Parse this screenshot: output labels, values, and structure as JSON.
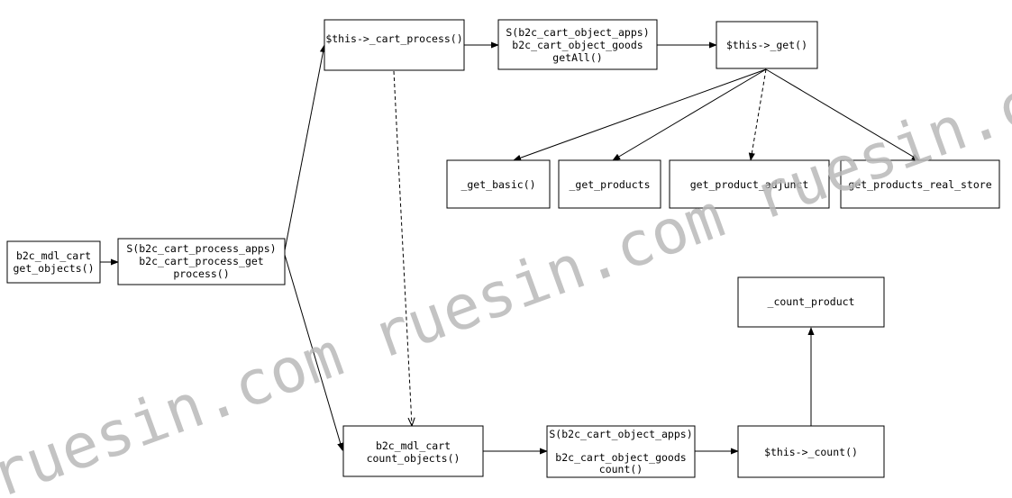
{
  "diagram": {
    "nodes": {
      "mdl_cart_get_objects": {
        "lines": [
          "b2c_mdl_cart",
          "get_objects()"
        ]
      },
      "cart_process_get": {
        "lines": [
          "S(b2c_cart_process_apps)",
          "b2c_cart_process_get",
          "process()"
        ]
      },
      "this_cart_process": {
        "lines": [
          "$this->_cart_process()"
        ]
      },
      "object_goods_getall": {
        "lines": [
          "S(b2c_cart_object_apps)",
          "b2c_cart_object_goods",
          "getAll()"
        ]
      },
      "this_get": {
        "lines": [
          "$this->_get()"
        ]
      },
      "get_basic": {
        "lines": [
          "_get_basic()"
        ]
      },
      "get_products": {
        "lines": [
          "_get_products"
        ]
      },
      "get_product_adjunct": {
        "lines": [
          "get_product_adjunct"
        ]
      },
      "get_products_real_store": {
        "lines": [
          "get_products_real_store"
        ]
      },
      "count_product": {
        "lines": [
          "_count_product"
        ]
      },
      "mdl_cart_count_objects": {
        "lines": [
          "b2c_mdl_cart",
          "count_objects()"
        ]
      },
      "object_goods_count": {
        "lines": [
          "S(b2c_cart_object_apps)",
          "b2c_cart_object_goods",
          "count()"
        ]
      },
      "this_count": {
        "lines": [
          "$this->_count()"
        ]
      }
    }
  },
  "watermark": {
    "text": "ruesin.com ruesin.com ruesin.com ru"
  }
}
